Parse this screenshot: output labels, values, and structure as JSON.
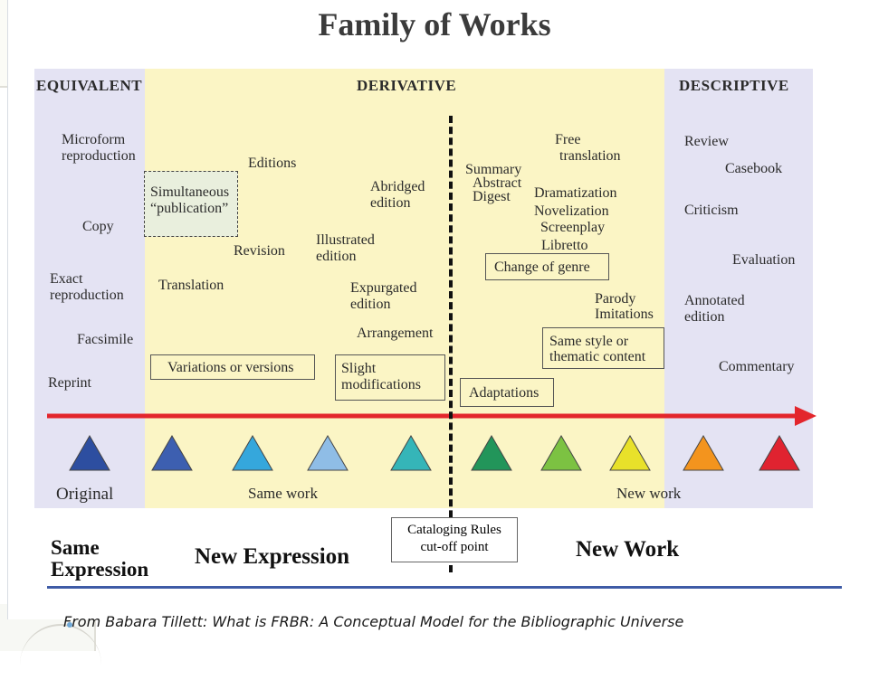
{
  "title": "Family of Works",
  "headers": {
    "equivalent": "EQUIVALENT",
    "derivative": "DERIVATIVE",
    "descriptive": "DESCRIPTIVE"
  },
  "equivalent_items": {
    "microform": [
      "Microform",
      "reproduction"
    ],
    "copy": "Copy",
    "exact": [
      "Exact",
      "reproduction"
    ],
    "facsimile": "Facsimile",
    "reprint": "Reprint"
  },
  "derivative_items": {
    "simultaneous": [
      "Simultaneous",
      "“publication”"
    ],
    "editions": "Editions",
    "revision": "Revision",
    "translation": "Translation",
    "illustrated": [
      "Illustrated",
      "edition"
    ],
    "abridged": [
      "Abridged",
      "edition"
    ],
    "expurgated": [
      "Expurgated",
      "edition"
    ],
    "arrangement": "Arrangement",
    "variations": "Variations or versions",
    "slight": [
      "Slight",
      "modifications"
    ],
    "summary": [
      "Summary",
      "Abstract",
      "Digest"
    ],
    "free_translation": [
      "Free",
      "translation"
    ],
    "dramatization": "Dramatization",
    "novelization": "Novelization",
    "screenplay": "Screenplay",
    "libretto": "Libretto",
    "change_genre": "Change of genre",
    "parody": [
      "Parody",
      "Imitations"
    ],
    "same_style": [
      "Same style or",
      "thematic content"
    ],
    "adaptations": "Adaptations"
  },
  "descriptive_items": {
    "review": "Review",
    "casebook": "Casebook",
    "criticism": "Criticism",
    "evaluation": "Evaluation",
    "annotated": [
      "Annotated",
      "edition"
    ],
    "commentary": "Commentary"
  },
  "triangle_colors": [
    "#2d4ea0",
    "#3d5fb0",
    "#35a7dc",
    "#8fbde6",
    "#35b5b8",
    "#22955a",
    "#7cc242",
    "#e8e12a",
    "#f3941e",
    "#e02330"
  ],
  "labels": {
    "original": "Original",
    "same_work": "Same work",
    "new_work": "New work",
    "same_expression": [
      "Same",
      "Expression"
    ],
    "new_expression": "New Expression",
    "new_work_big": "New Work",
    "cutoff": [
      "Cataloging Rules",
      "cut-off point"
    ]
  },
  "timeline_color": "#e3262c",
  "caption": "From Babara Tillett: What is FRBR: A Conceptual Model for the Bibliographic Universe"
}
